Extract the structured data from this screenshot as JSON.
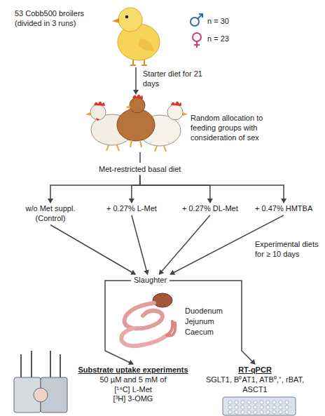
{
  "diagram": {
    "nodes": [
      {
        "text": [
          "53 Cobb500 broilers (divided in 3 runs)"
        ]
      },
      {
        "text": [
          "Met-restricted basal diet"
        ]
      },
      {
        "text": [
          "w/o Met suppl. (Control)"
        ]
      },
      {
        "text": [
          "+ 0.27% L-Met"
        ]
      },
      {
        "text": [
          "+ 0.27% DL-Met"
        ]
      },
      {
        "text": [
          "+ 0.47% HMTBA"
        ]
      },
      {
        "text": [
          "Slaughter"
        ]
      },
      {
        "text": [
          "Substrate uptake experiments",
          "50 µM and 5 mM of",
          "[¹⁴C] L-Met",
          "[³H] 3-OMG"
        ]
      },
      {
        "text": [
          "RT-qPCR",
          "SGLT1, B⁰AT1, ATB⁰,⁺, rBAT, ASCT1"
        ]
      }
    ],
    "edges": [
      {
        "from": 1,
        "to": 2,
        "arrow": "to"
      },
      {
        "from": 1,
        "to": 3,
        "arrow": "to"
      },
      {
        "from": 1,
        "to": 4,
        "arrow": "to"
      },
      {
        "from": 1,
        "to": 5,
        "arrow": "to"
      },
      {
        "from": 2,
        "to": 6,
        "arrow": "to"
      },
      {
        "from": 3,
        "to": 6,
        "arrow": "to"
      },
      {
        "from": 4,
        "to": 6,
        "arrow": "to"
      },
      {
        "from": 5,
        "to": 6,
        "arrow": "to"
      },
      {
        "from": 6,
        "to": 7,
        "arrow": "to"
      },
      {
        "from": 6,
        "to": 8,
        "arrow": "to"
      }
    ],
    "labels": [
      "Starter diet for 21 days",
      "n = 30",
      "n = 23",
      "Random allocation to feeding groups with consideration of sex",
      "Experimental diets for ≥ 10 days",
      "Duodenum",
      "Jejunum",
      "Caecum"
    ]
  }
}
